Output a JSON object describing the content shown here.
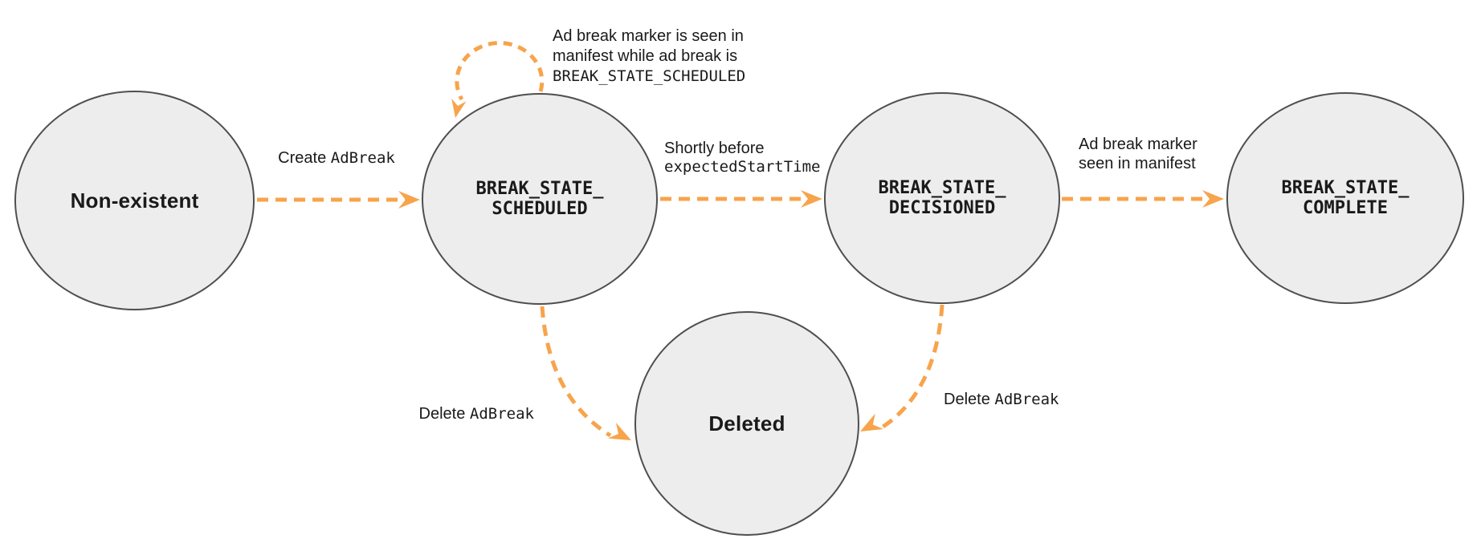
{
  "colors": {
    "arrow_orange": "#F7A44C",
    "node_fill": "#EDEDED",
    "node_border": "#4F4F4F",
    "text_black": "#1A1A1A",
    "background": "#FFFFFF"
  },
  "nodes": {
    "non_existent": {
      "label": "Non-existent"
    },
    "scheduled": {
      "line1": "BREAK_STATE_",
      "line2": "SCHEDULED"
    },
    "decisioned": {
      "line1": "BREAK_STATE_",
      "line2": "DECISIONED"
    },
    "complete": {
      "line1": "BREAK_STATE_",
      "line2": "COMPLETE"
    },
    "deleted": {
      "label": "Deleted"
    }
  },
  "edges": {
    "create": {
      "plain": "Create",
      "code": "AdBreak"
    },
    "self_loop": {
      "line1": "Ad break marker is seen in",
      "line2": "manifest while ad break is",
      "code_line": "BREAK_STATE_SCHEDULED"
    },
    "to_decisioned": {
      "line1": "Shortly before",
      "code_line": "expectedStartTime"
    },
    "to_complete": {
      "line1": "Ad break marker",
      "line2": "seen in manifest"
    },
    "delete_from_scheduled": {
      "plain": "Delete",
      "code": "AdBreak"
    },
    "delete_from_decisioned": {
      "plain": "Delete",
      "code": "AdBreak"
    }
  }
}
